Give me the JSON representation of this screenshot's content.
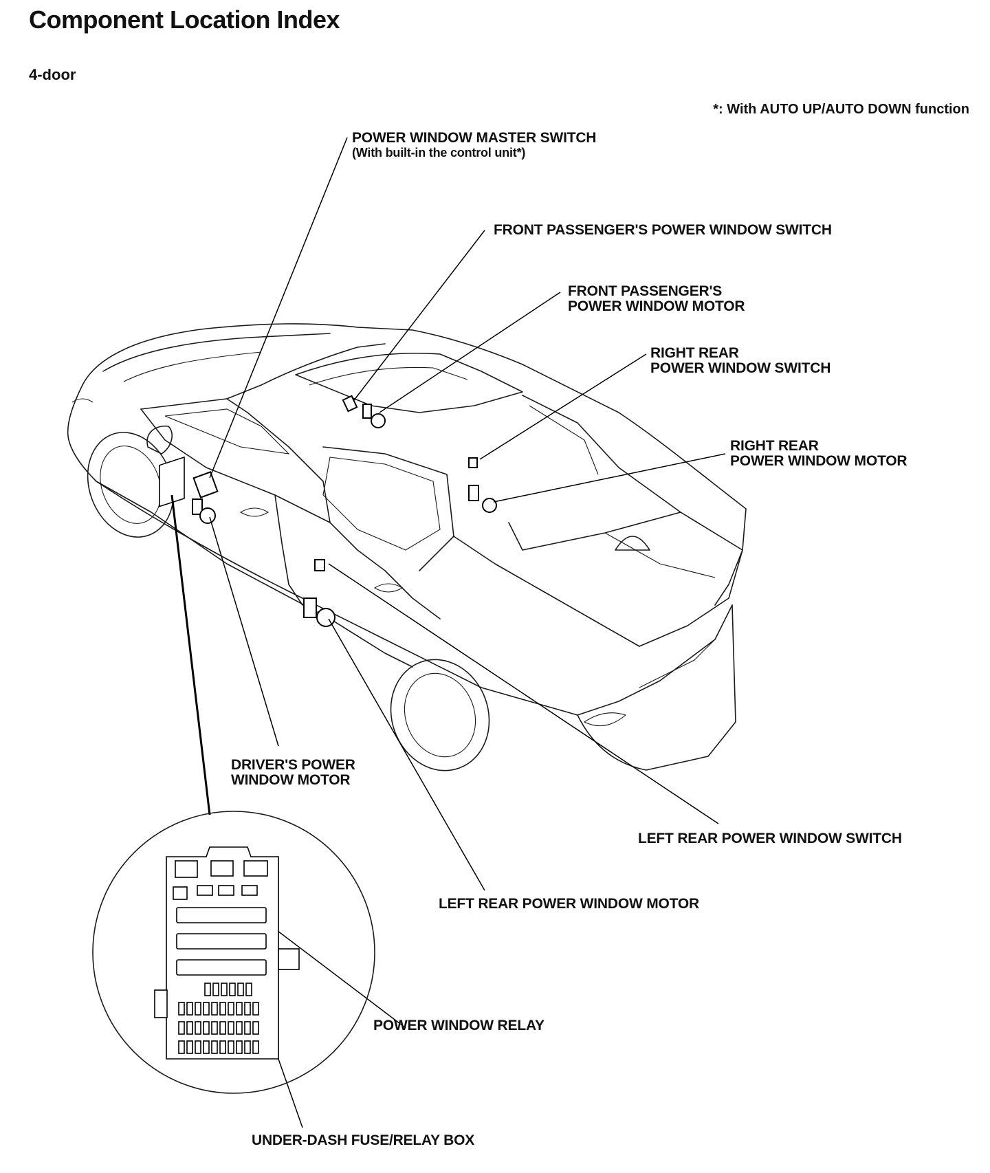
{
  "header": {
    "title": "Component Location Index",
    "subtitle": "4-door",
    "footnote": "*: With AUTO UP/AUTO DOWN function"
  },
  "labels": {
    "master_switch": {
      "line1": "POWER WINDOW MASTER SWITCH",
      "line2": "(With built-in the control unit*)"
    },
    "front_pass_switch": {
      "line1": "FRONT PASSENGER'S POWER WINDOW SWITCH"
    },
    "front_pass_motor": {
      "line1": "FRONT PASSENGER'S",
      "line2": "POWER WINDOW MOTOR"
    },
    "right_rear_switch": {
      "line1": "RIGHT REAR",
      "line2": "POWER WINDOW SWITCH"
    },
    "right_rear_motor": {
      "line1": "RIGHT REAR",
      "line2": "POWER WINDOW MOTOR"
    },
    "driver_motor": {
      "line1": "DRIVER'S POWER",
      "line2": "WINDOW MOTOR"
    },
    "left_rear_switch": {
      "line1": "LEFT REAR POWER WINDOW SWITCH"
    },
    "left_rear_motor": {
      "line1": "LEFT REAR POWER WINDOW MOTOR"
    },
    "relay": {
      "line1": "POWER WINDOW RELAY"
    },
    "fuse_box": {
      "line1": "UNDER-DASH FUSE/RELAY BOX"
    }
  }
}
